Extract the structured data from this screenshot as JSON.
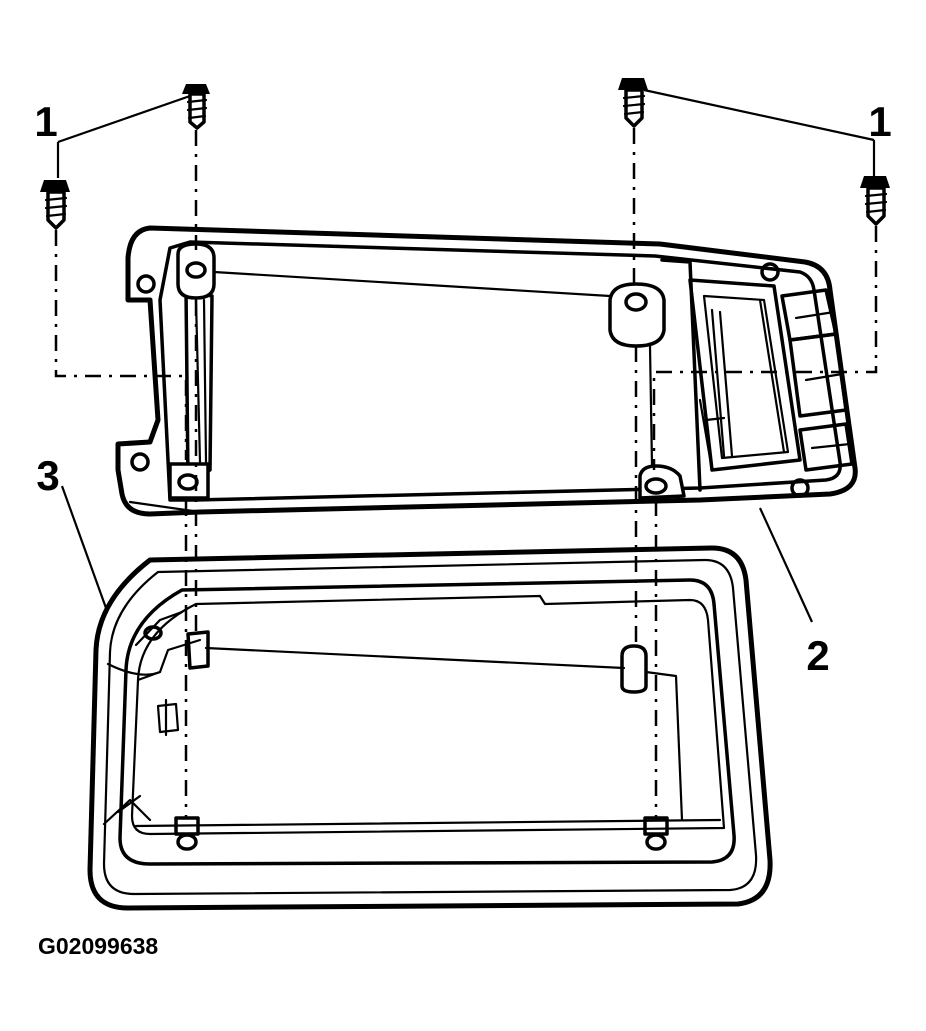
{
  "diagram": {
    "callouts": {
      "screws": "1",
      "module": "2",
      "housing": "3"
    },
    "figure_id": "G02099638"
  }
}
